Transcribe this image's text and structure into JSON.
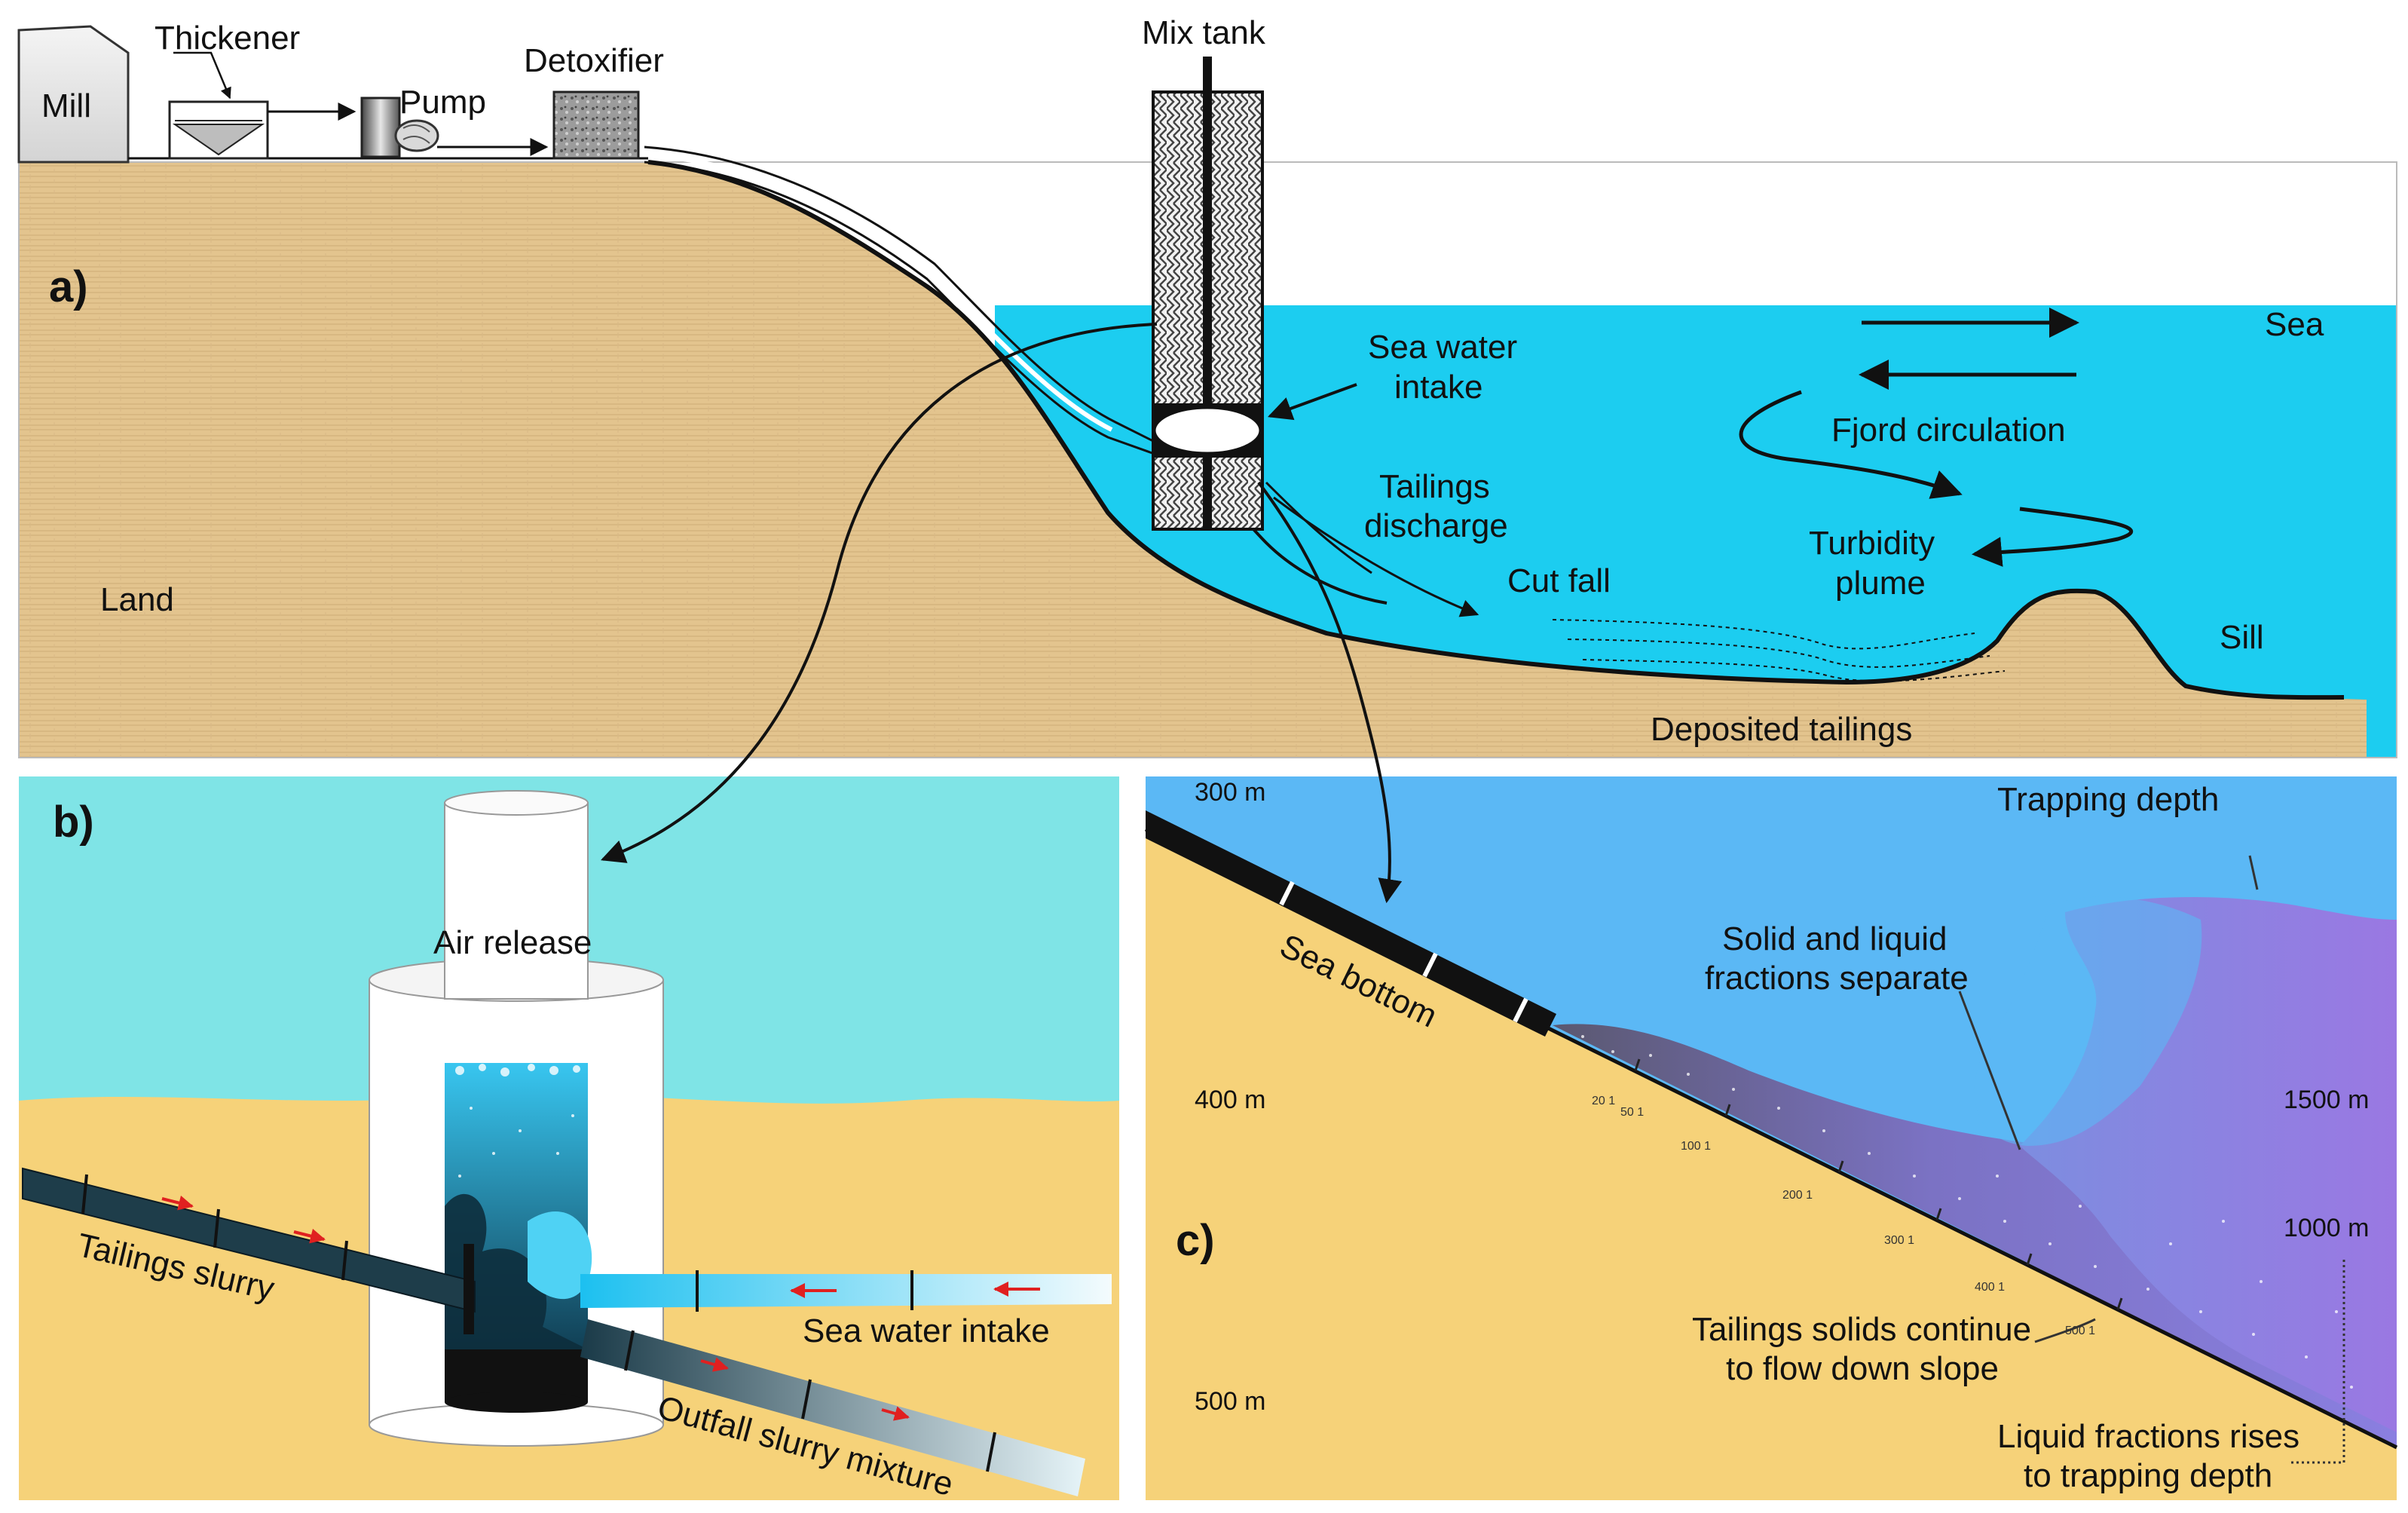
{
  "panel_a": {
    "label": "a)",
    "facilities": {
      "mill": "Mill",
      "thickener": "Thickener",
      "pump": "Pump",
      "detoxifier": "Detoxifier",
      "mix_tank": "Mix tank"
    },
    "labels": {
      "sea": "Sea",
      "land": "Land",
      "sea_water_intake_1": "Sea water",
      "sea_water_intake_2": "intake",
      "tailings_discharge_1": "Tailings",
      "tailings_discharge_2": "discharge",
      "cut_fall": "Cut fall",
      "fjord_circulation": "Fjord circulation",
      "turbidity_plume_1": "Turbidity",
      "turbidity_plume_2": "plume",
      "sill": "Sill",
      "deposited_tailings": "Deposited tailings"
    }
  },
  "panel_b": {
    "label": "b)",
    "labels": {
      "air_release": "Air release",
      "tailings_slurry": "Tailings slurry",
      "sea_water_intake": "Sea water intake",
      "outfall_slurry_mixture": "Outfall slurry mixture"
    }
  },
  "panel_c": {
    "label": "c)",
    "depths": {
      "d300": "300 m",
      "d400": "400 m",
      "d500": "500 m",
      "d1500": "1500 m",
      "d1000": "1000 m"
    },
    "ticks": [
      "20 1",
      "50 1",
      "100 1",
      "200 1",
      "300 1",
      "400 1",
      "500 1"
    ],
    "labels": {
      "trapping_depth": "Trapping depth",
      "sea_bottom": "Sea bottom",
      "separate_1": "Solid and liquid",
      "separate_2": "fractions separate",
      "continue_1": "Tailings solids continue",
      "continue_2": "to flow down slope",
      "rises_1": "Liquid fractions rises",
      "rises_2": "to trapping depth"
    }
  },
  "colors": {
    "land": "#e3c48e",
    "sea": "#1ccdf0",
    "sky_b": "#7fe4e6",
    "sand_b": "#f6d279",
    "ocean_c": "#5bb8f5",
    "plume_c": "#8a7fe0"
  }
}
